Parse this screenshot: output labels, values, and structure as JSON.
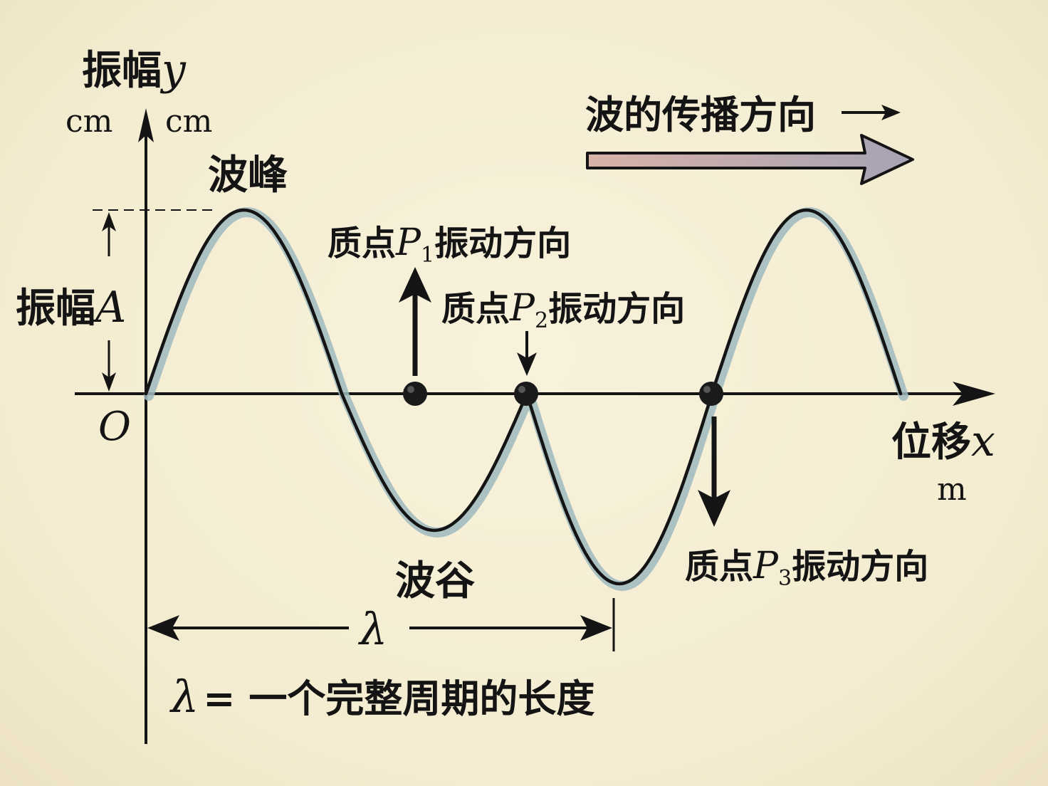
{
  "axes": {
    "y_label": "振幅",
    "y_symbol": "y",
    "y_unit_left": "cm",
    "y_unit_right": "cm",
    "x_label": "位移",
    "x_symbol": "x",
    "x_unit": "m",
    "origin": "O"
  },
  "wave": {
    "crest_label": "波峰",
    "trough_label": "波谷",
    "amplitude_label": "振幅",
    "amplitude_symbol": "A",
    "wavelength_symbol": "λ",
    "wavelength_definition": "= 一个完整周期的长度",
    "propagation_label": "波的传播方向"
  },
  "points": [
    {
      "prefix": "质点",
      "symbol": "P",
      "sub": "1",
      "suffix": "振动方向",
      "motion": "up"
    },
    {
      "prefix": "质点",
      "symbol": "P",
      "sub": "2",
      "suffix": "振动方向",
      "motion": "down"
    },
    {
      "prefix": "质点",
      "symbol": "P",
      "sub": "3",
      "suffix": "振动方向",
      "motion": "down"
    }
  ],
  "colors": {
    "ink": "#141414",
    "wave_fill": "#9fb9bd",
    "background": "#f5efd6",
    "arrow_fill": "#c9a9a6"
  }
}
